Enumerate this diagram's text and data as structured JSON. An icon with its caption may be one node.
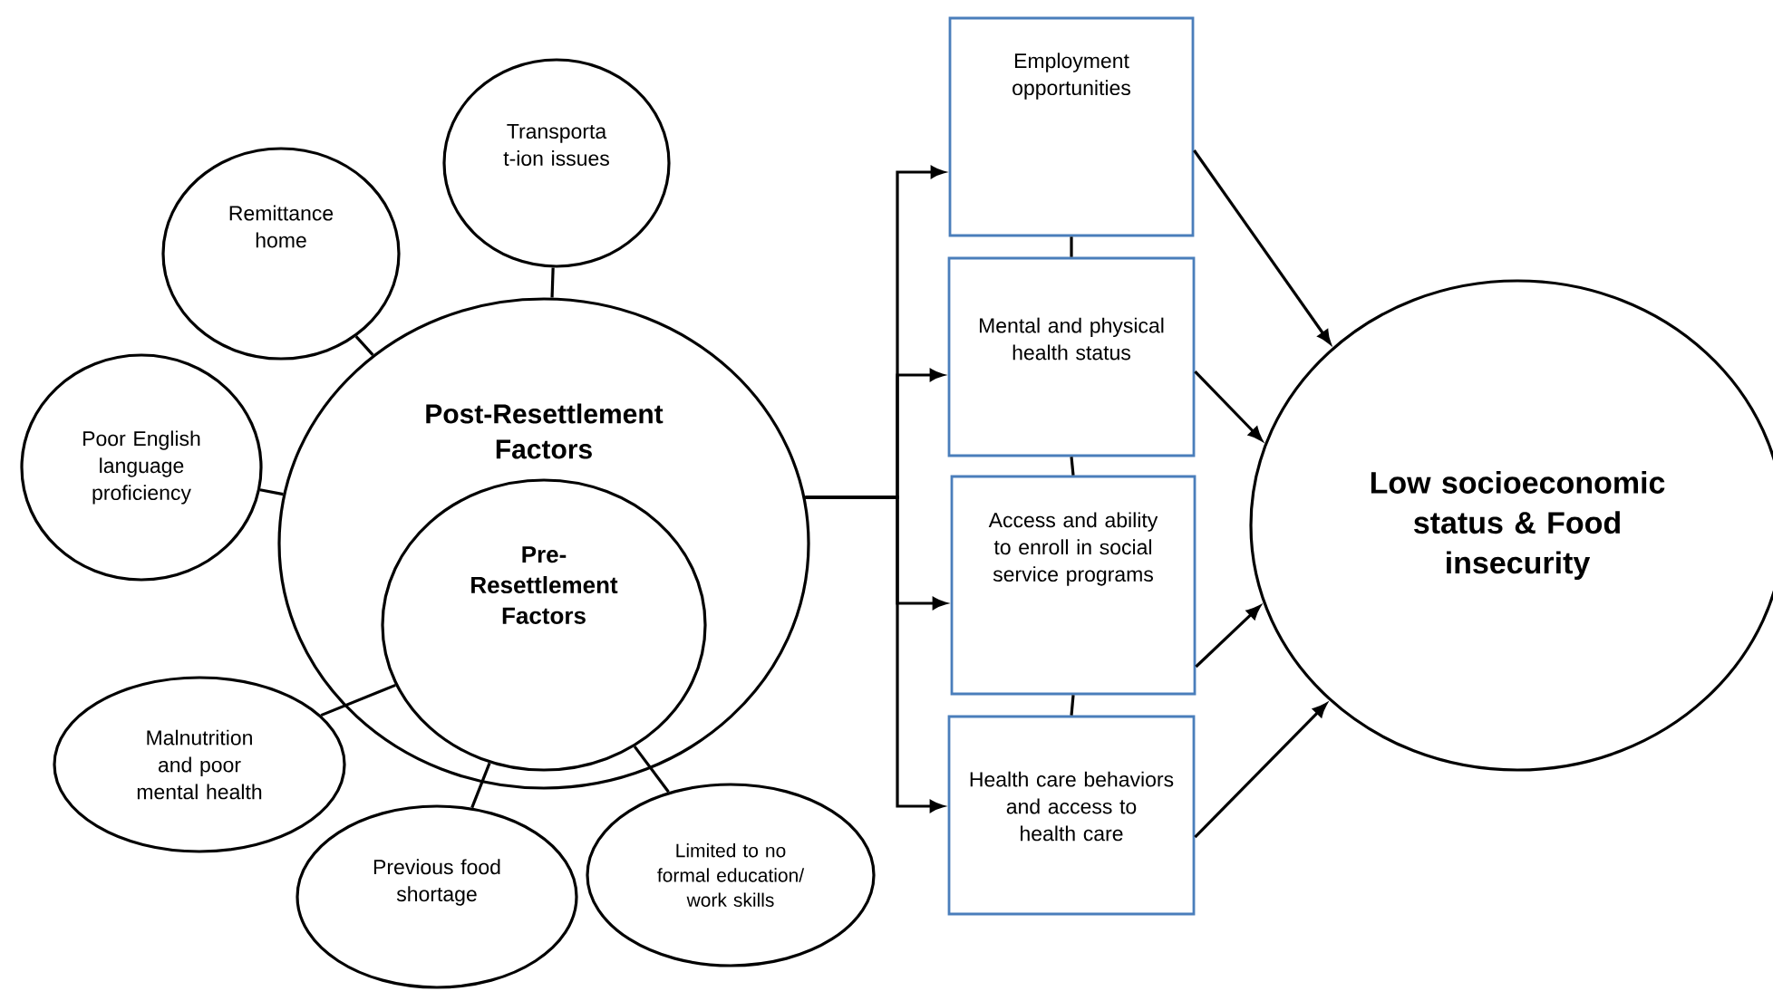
{
  "diagram": {
    "nodes": [
      {
        "text": [
          "Post-Resettlement Factors"
        ]
      },
      {
        "text": [
          "Pre- Resettlement Factors"
        ],
        "in": 0
      },
      {
        "text": [
          "Transporta t-ion issues"
        ]
      },
      {
        "text": [
          "Remittance home"
        ]
      },
      {
        "text": [
          "Poor English language proficiency"
        ]
      },
      {
        "text": [
          "Malnutrition and poor mental health"
        ]
      },
      {
        "text": [
          "Previous food shortage"
        ]
      },
      {
        "text": [
          "Limited to no formal education/ work skills"
        ]
      },
      {
        "text": [
          "Employment opportunities"
        ]
      },
      {
        "text": [
          "Mental and physical health status"
        ]
      },
      {
        "text": [
          "Access and ability to enroll in social service programs"
        ]
      },
      {
        "text": [
          "Health care behaviors and access to health care"
        ]
      },
      {
        "text": [
          "Low socioeconomic status & Food insecurity"
        ]
      }
    ],
    "edges": [
      {
        "from": 2,
        "to": 0,
        "arrow": "none"
      },
      {
        "from": 3,
        "to": 0,
        "arrow": "none"
      },
      {
        "from": 4,
        "to": 0,
        "arrow": "none"
      },
      {
        "from": 5,
        "to": 1,
        "arrow": "none"
      },
      {
        "from": 6,
        "to": 1,
        "arrow": "none"
      },
      {
        "from": 7,
        "to": 1,
        "arrow": "none"
      },
      {
        "from": 0,
        "to": 8,
        "arrow": "to"
      },
      {
        "from": 0,
        "to": 9,
        "arrow": "to"
      },
      {
        "from": 0,
        "to": 10,
        "arrow": "to"
      },
      {
        "from": 0,
        "to": 11,
        "arrow": "to"
      },
      {
        "from": 8,
        "to": 9,
        "arrow": "none"
      },
      {
        "from": 9,
        "to": 10,
        "arrow": "none"
      },
      {
        "from": 10,
        "to": 11,
        "arrow": "none"
      },
      {
        "from": 8,
        "to": 12,
        "arrow": "to"
      },
      {
        "from": 9,
        "to": 12,
        "arrow": "to"
      },
      {
        "from": 10,
        "to": 12,
        "arrow": "to"
      },
      {
        "from": 11,
        "to": 12,
        "arrow": "to"
      }
    ]
  }
}
